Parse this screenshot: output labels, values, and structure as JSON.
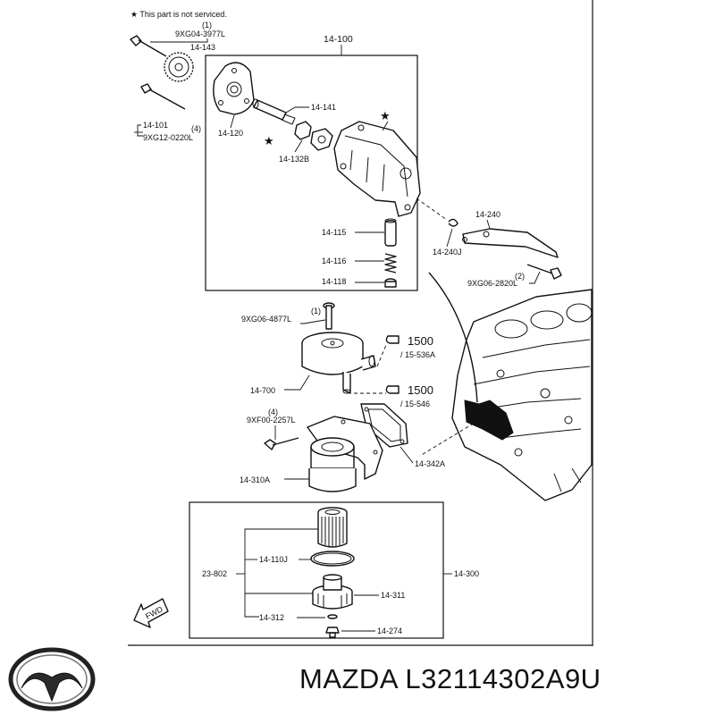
{
  "note": "★ This part is not serviced.",
  "labels": {
    "bolt_top_qty": "(1)",
    "bolt_top_pn": "9XG04-3977L",
    "sprocket": "14-143",
    "assembly": "14-100",
    "bolt_left": "14-101",
    "bolt_left_qty": "(4)",
    "bolt_left_pn": "9XG12-0220L",
    "cover": "14-120",
    "shaft": "14-141",
    "coupling": "14-132B",
    "plunger": "14-115",
    "spring": "14-116",
    "plug": "14-118",
    "baffle": "14-240",
    "baffle_clip": "14-240J",
    "baffle_bolt_qty": "(2)",
    "baffle_bolt_pn": "9XG06-2820L",
    "cooler_bolt_qty": "(1)",
    "cooler_bolt_pn": "9XG06-4877L",
    "hose_ref1_no": "1500",
    "hose_ref1": "/ 15-536A",
    "hose_ref2_no": "1500",
    "hose_ref2": "/ 15-546",
    "cooler": "14-700",
    "bracket_bolt_qty": "(4)",
    "bracket_bolt_pn": "9XF00-2257L",
    "gasket": "14-342A",
    "bracket": "14-310A",
    "element": "14-110J",
    "kit": "23-802",
    "filter_assy": "14-300",
    "filter_cap": "14-311",
    "cap_oring": "14-312",
    "drain_plug": "14-274",
    "fwd": "FWD"
  },
  "footer": {
    "brand": "MAZDA L32114302A9U",
    "logo_icon": "mazda-logo-icon"
  }
}
